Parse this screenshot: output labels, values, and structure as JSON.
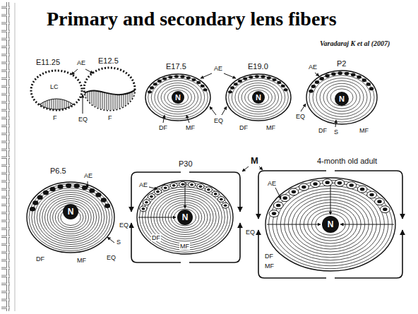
{
  "diagram": {
    "title": "Primary and secondary lens fibers",
    "nodes": [
      {
        "text": [
          "N"
        ]
      },
      {
        "text": [
          "N"
        ]
      },
      {
        "text": [
          "N"
        ]
      },
      {
        "text": [
          "N"
        ]
      },
      {
        "text": [
          "N"
        ]
      },
      {
        "text": [
          "N"
        ]
      }
    ],
    "labels": [
      "Varadaraj K et al (2007)",
      "E11.25",
      "E12.5",
      "E17.5",
      "E19.0",
      "P2",
      "AE",
      "LC",
      "F",
      "EQ",
      "F",
      "AE",
      "DF",
      "MF",
      "EQ",
      "DF",
      "MF",
      "AE",
      "EQ",
      "DF",
      "S",
      "MF",
      "P6.5",
      "P30",
      "M",
      "4-month old adult",
      "AE",
      "AE",
      "AE",
      "EQ",
      "EQ",
      "DF",
      "MF",
      "S",
      "EQ",
      "DF",
      "MF",
      "DF",
      "MF"
    ]
  }
}
